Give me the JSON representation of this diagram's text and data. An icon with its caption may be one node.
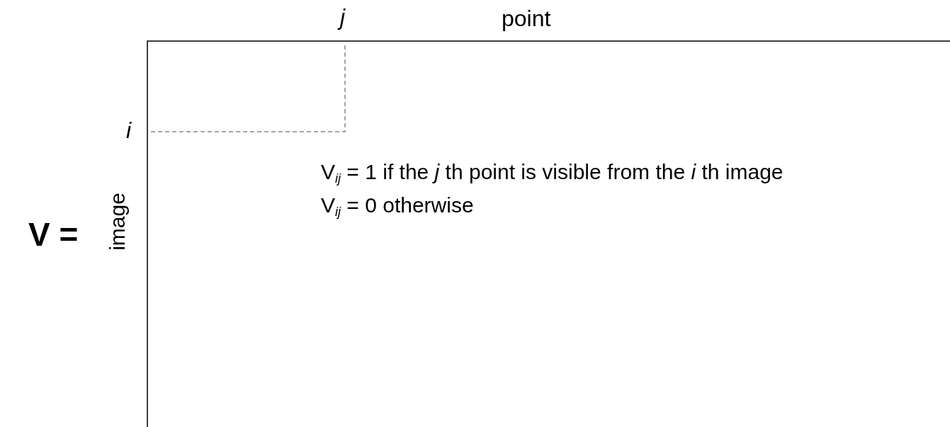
{
  "diagram": {
    "labels": [
      "j",
      "point",
      "i",
      "V =",
      "image",
      "V$_{ij}$ = 1 if the *j* th point is visible from the *i* th image",
      "V$_{ij}$ = 0 otherwise"
    ]
  }
}
